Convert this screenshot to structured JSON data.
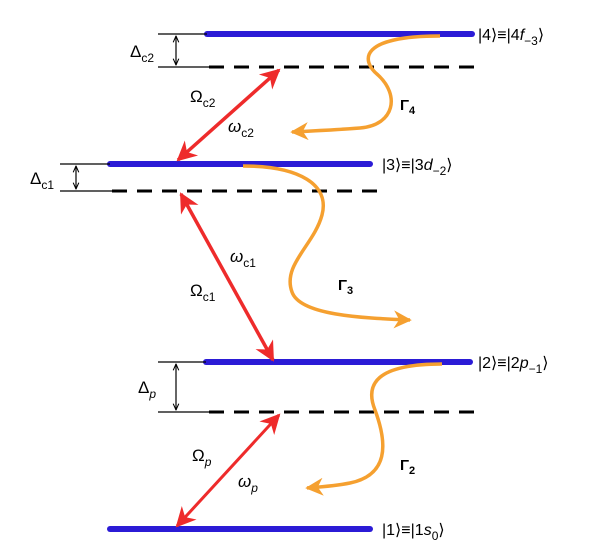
{
  "colors": {
    "level": "#2b1bd6",
    "laser": "#ee2b2b",
    "decay": "#f5a030",
    "line": "#000000"
  },
  "states": {
    "s4": {
      "left": "|4⟩≡|4",
      "letter": "f",
      "sub": "−3",
      "right": "⟩"
    },
    "s3": {
      "left": "|3⟩≡|3",
      "letter": "d",
      "sub": "−2",
      "right": "⟩"
    },
    "s2": {
      "left": "|2⟩≡|2",
      "letter": "p",
      "sub": "−1",
      "right": "⟩"
    },
    "s1": {
      "left": "|1⟩≡|1",
      "letter": "s",
      "sub": "0",
      "right": "⟩"
    }
  },
  "detunings": {
    "c2": {
      "symbol": "Δ",
      "sub": "c2"
    },
    "c1": {
      "symbol": "Δ",
      "sub": "c1"
    },
    "p": {
      "symbol": "Δ",
      "sub": "p"
    }
  },
  "rabi": {
    "c2": {
      "symbol": "Ω",
      "sub": "c2"
    },
    "c1": {
      "symbol": "Ω",
      "sub": "c1"
    },
    "p": {
      "symbol": "Ω",
      "sub": "p"
    }
  },
  "freq": {
    "c2": {
      "symbol": "ω",
      "sub": "c2"
    },
    "c1": {
      "symbol": "ω",
      "sub": "c1"
    },
    "p": {
      "symbol": "ω",
      "sub": "p"
    }
  },
  "decays": {
    "g4": {
      "symbol": "Γ",
      "sub": "4"
    },
    "g3": {
      "symbol": "Γ",
      "sub": "3"
    },
    "g2": {
      "symbol": "Γ",
      "sub": "2"
    }
  }
}
